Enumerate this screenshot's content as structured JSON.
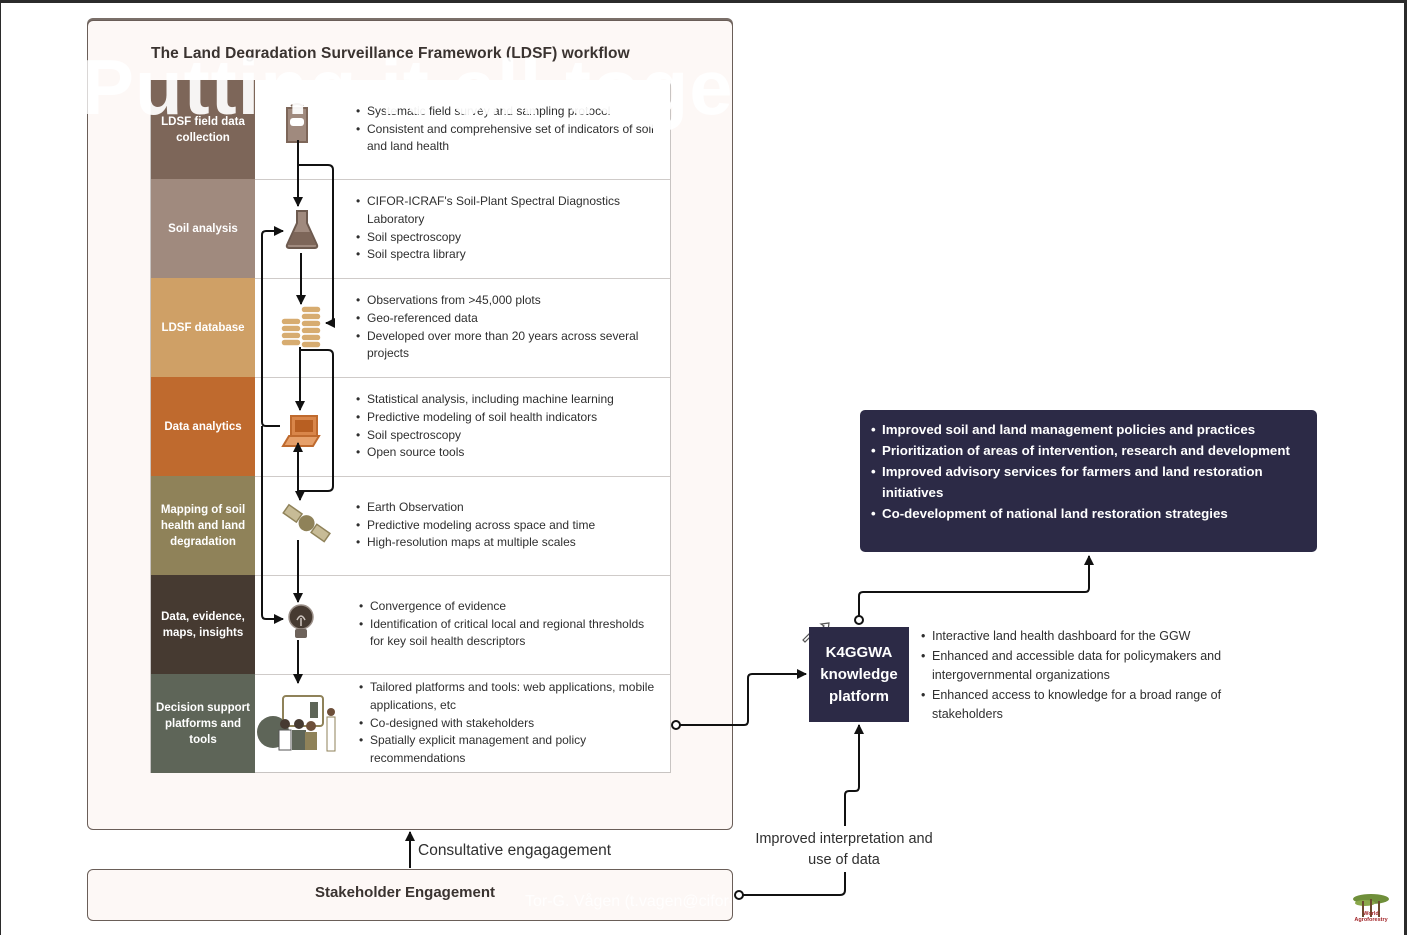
{
  "framework": {
    "title": "The Land Degradation Surveillance Framework (LDSF) workflow",
    "rows": [
      {
        "label": "LDSF field data collection",
        "color": "#7d6659",
        "icon": "clipboard-icon",
        "bullets": [
          "Systematic field survey and sampling protocol",
          "Consistent and comprehensive set of indicators of soil and land health"
        ]
      },
      {
        "label": "Soil analysis",
        "color": "#a08a7e",
        "icon": "flask-icon",
        "bullets": [
          "CIFOR-ICRAF's Soil-Plant Spectral Diagnostics Laboratory",
          "Soil spectroscopy",
          "Soil spectra library"
        ]
      },
      {
        "label": "LDSF database",
        "color": "#cfa066",
        "icon": "database-coins-icon",
        "bullets": [
          "Observations from >45,000 plots",
          "Geo-referenced data",
          "Developed over more than 20 years across several projects"
        ]
      },
      {
        "label": "Data analytics",
        "color": "#bf6a2e",
        "icon": "laptop-icon",
        "bullets": [
          "Statistical analysis, including machine learning",
          "Predictive modeling of soil health indicators",
          "Soil spectroscopy",
          "Open source tools"
        ]
      },
      {
        "label": "Mapping of soil health and land degradation",
        "color": "#8f8259",
        "icon": "satellite-icon",
        "bullets": [
          "Earth Observation",
          "Predictive modeling across space and time",
          "High-resolution maps at multiple scales"
        ]
      },
      {
        "label": "Data, evidence, maps, insights",
        "color": "#463a31",
        "icon": "lightbulb-icon",
        "bullets": [
          "Convergence of evidence",
          "Identification of critical local and regional thresholds for key soil health descriptors"
        ]
      },
      {
        "label": "Decision support platforms and tools",
        "color": "#5e6558",
        "icon": "people-presentation-icon",
        "bullets": [
          "Tailored platforms and tools: web applications, mobile applications, etc",
          "Co-designed with stakeholders",
          "Spatially explicit management and policy recommendations"
        ]
      }
    ]
  },
  "outcomes": {
    "bullets": [
      "Improved soil and land management policies and practices",
      "Prioritization of areas of intervention, research and development",
      "Improved advisory services for farmers and land restoration initiatives",
      "Co-development of national land restoration strategies"
    ]
  },
  "platform": {
    "label": "K4GGWA knowledge platform",
    "bullets": [
      "Interactive land health dashboard for the GGW",
      "Enhanced and accessible data for policymakers and intergovernmental organizations",
      "Enhanced access to knowledge for a broad range of stakeholders"
    ]
  },
  "stakeholder": {
    "label": "Stakeholder Engagement",
    "consultative_label": "Consultative engagagement",
    "improved_label": "Improved interpretation and use of data"
  },
  "overlay": {
    "slide_title": "Putting it all together",
    "presenter_caption": "Tor-G. Vågen (t.vagen@cifor-icraf.org)"
  },
  "logo": {
    "text": "World Agroforestry"
  },
  "colors": {
    "dark_navy": "#2c2a46",
    "frame_border": "#6a5e58",
    "frame_bg": "#fdf8f6"
  }
}
